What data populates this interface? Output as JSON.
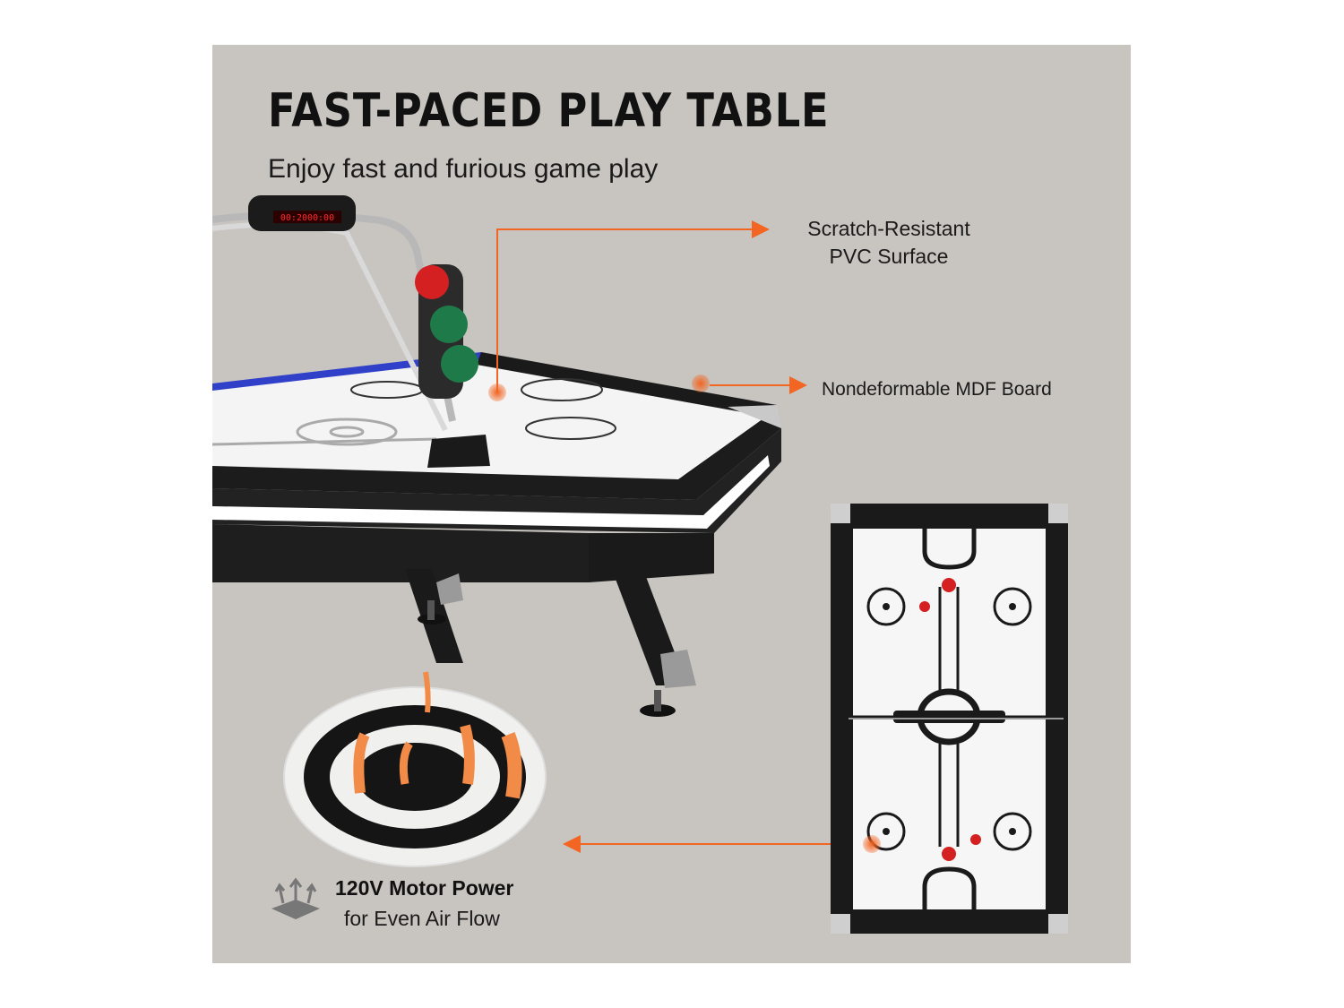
{
  "title": "FAST-PACED PLAY TABLE",
  "subtitle": "Enjoy fast and furious game play",
  "callouts": {
    "surface_line1": "Scratch-Resistant",
    "surface_line2": "PVC Surface",
    "board": "Nondeformable MDF Board"
  },
  "motor": {
    "line1": "120V Motor Power",
    "line2": "for Even Air Flow"
  },
  "scoreboard": {
    "display": "00:2000:00"
  },
  "colors": {
    "panel_bg": "#c8c5c0",
    "accent": "#f26522",
    "puck_red": "#d42020",
    "puck_green": "#1f7a4a"
  },
  "icons": [
    "air-flow-icon",
    "arrow-right-icon",
    "arrow-left-icon"
  ]
}
